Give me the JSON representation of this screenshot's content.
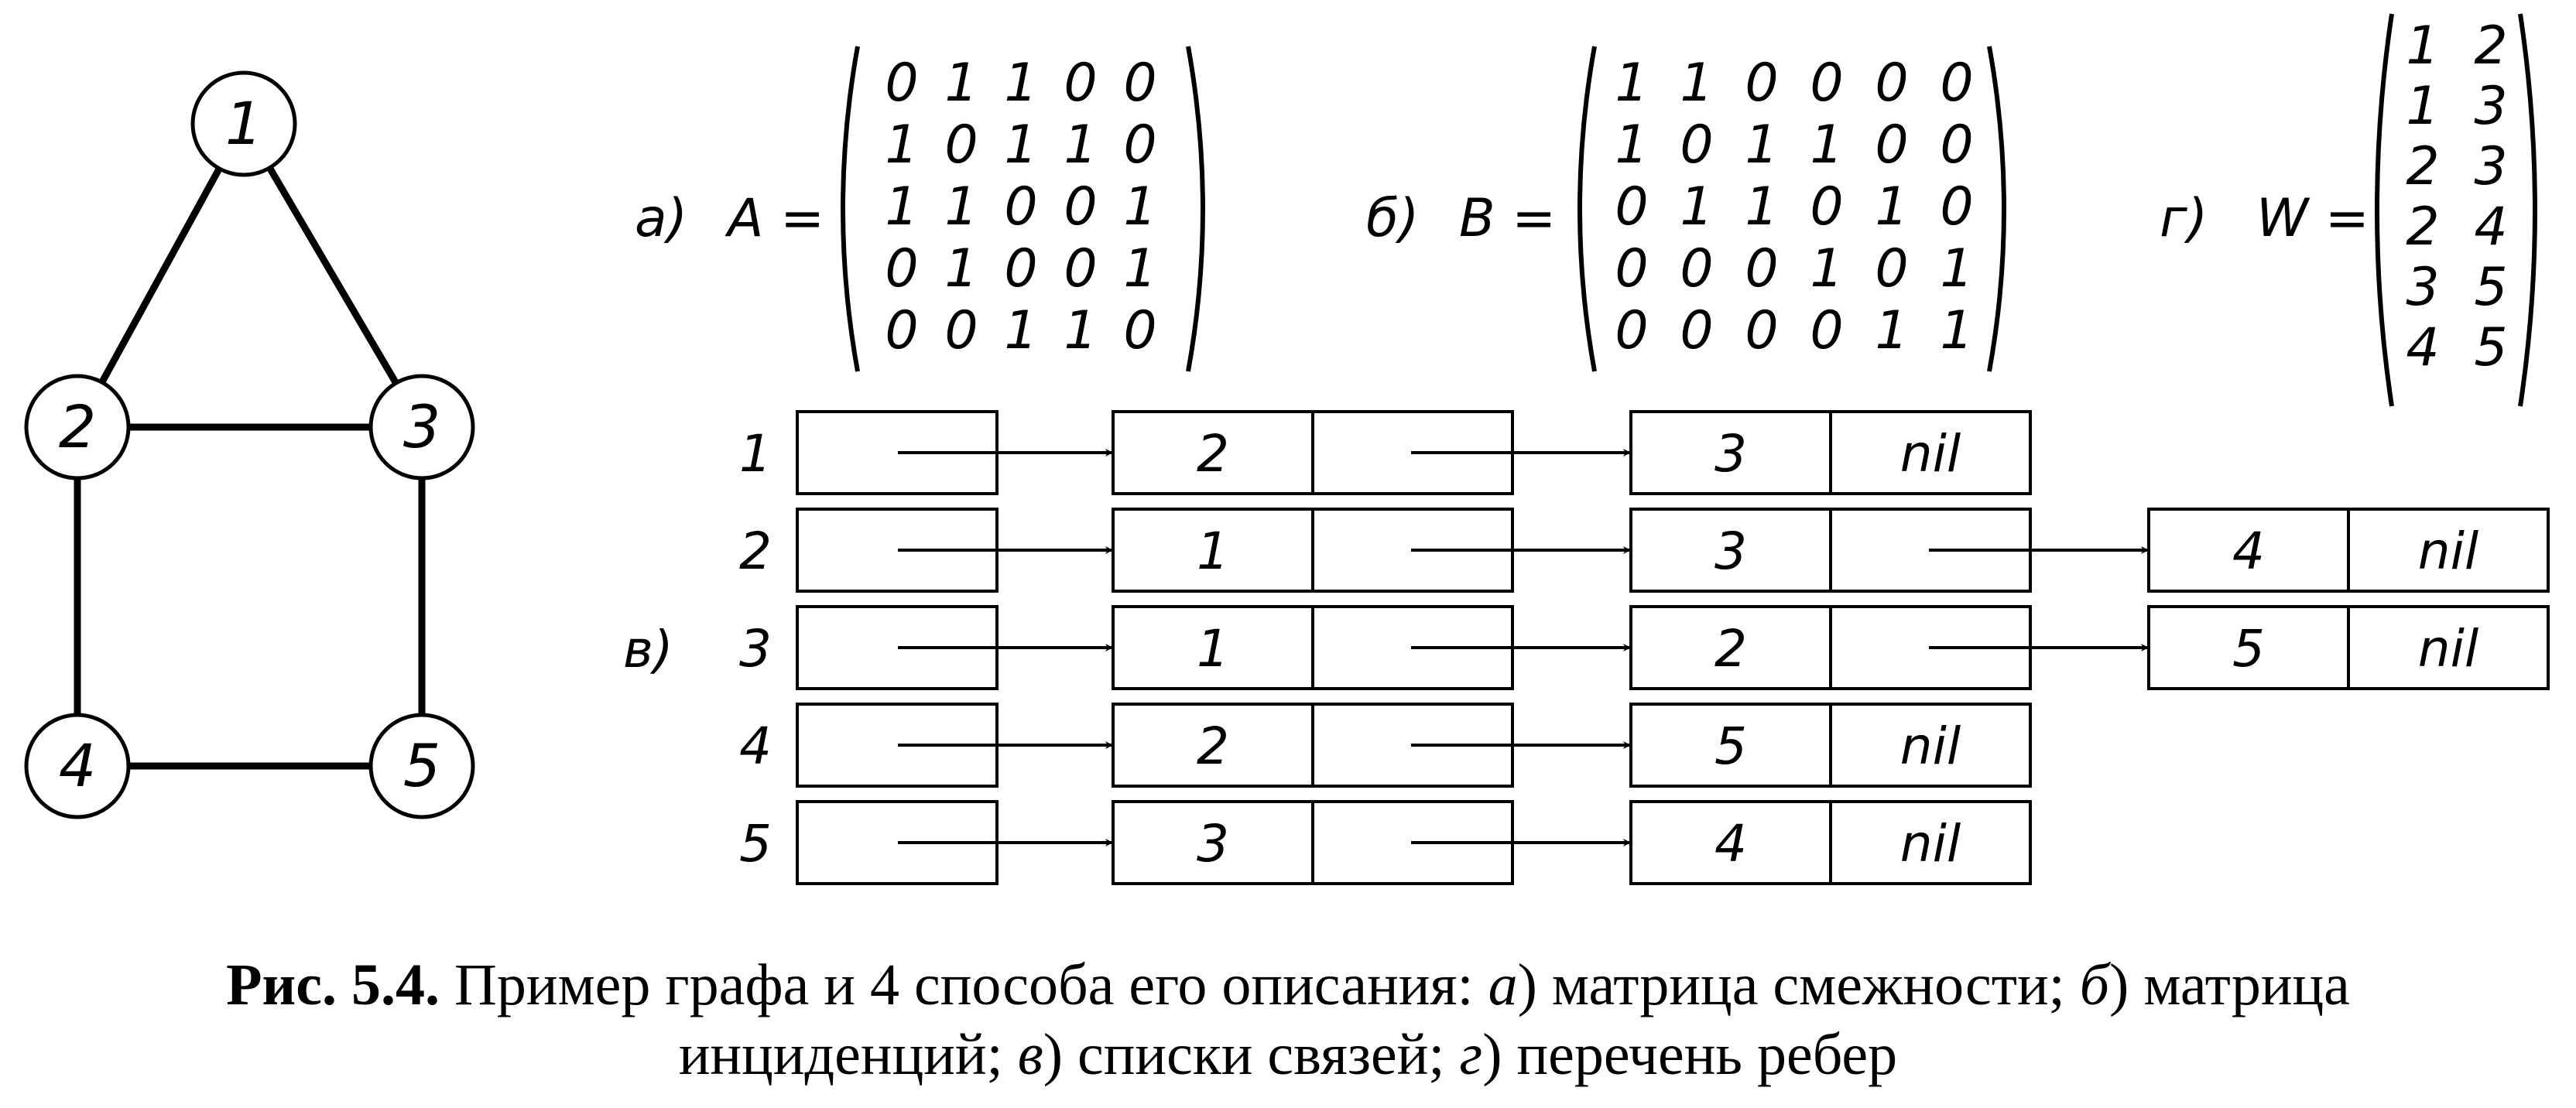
{
  "graph": {
    "nodes": [
      "1",
      "2",
      "3",
      "4",
      "5"
    ],
    "edges": [
      [
        "1",
        "2"
      ],
      [
        "1",
        "3"
      ],
      [
        "2",
        "3"
      ],
      [
        "2",
        "4"
      ],
      [
        "3",
        "5"
      ],
      [
        "4",
        "5"
      ]
    ]
  },
  "matrix_a": {
    "label": "а)",
    "symbol": "A =",
    "rows": [
      [
        "0",
        "1",
        "1",
        "0",
        "0"
      ],
      [
        "1",
        "0",
        "1",
        "1",
        "0"
      ],
      [
        "1",
        "1",
        "0",
        "0",
        "1"
      ],
      [
        "0",
        "1",
        "0",
        "0",
        "1"
      ],
      [
        "0",
        "0",
        "1",
        "1",
        "0"
      ]
    ]
  },
  "matrix_b": {
    "label": "б)",
    "symbol": "B =",
    "rows": [
      [
        "1",
        "1",
        "0",
        "0",
        "0",
        "0"
      ],
      [
        "1",
        "0",
        "1",
        "1",
        "0",
        "0"
      ],
      [
        "0",
        "1",
        "1",
        "0",
        "1",
        "0"
      ],
      [
        "0",
        "0",
        "0",
        "1",
        "0",
        "1"
      ],
      [
        "0",
        "0",
        "0",
        "0",
        "1",
        "1"
      ]
    ]
  },
  "matrix_w": {
    "label": "г)",
    "symbol": "W =",
    "rows": [
      [
        "1",
        "2"
      ],
      [
        "1",
        "3"
      ],
      [
        "2",
        "3"
      ],
      [
        "2",
        "4"
      ],
      [
        "3",
        "5"
      ],
      [
        "4",
        "5"
      ]
    ]
  },
  "lists": {
    "label": "в)",
    "rows": [
      {
        "head": "1",
        "items": [
          "2",
          "3"
        ],
        "end": "nil"
      },
      {
        "head": "2",
        "items": [
          "1",
          "3",
          "4"
        ],
        "end": "nil"
      },
      {
        "head": "3",
        "items": [
          "1",
          "2",
          "5"
        ],
        "end": "nil"
      },
      {
        "head": "4",
        "items": [
          "2",
          "5"
        ],
        "end": "nil"
      },
      {
        "head": "5",
        "items": [
          "3",
          "4"
        ],
        "end": "nil"
      }
    ]
  },
  "caption": {
    "fig": "Рис. 5.4.",
    "line1_text": "Пример графа и 4 способа его описания:",
    "a": "а",
    "a_text": ") матрица смежности;",
    "b": "б",
    "b_text": ") матрица",
    "line2_text": "инциденций;",
    "v": "в",
    "v_text": ") списки связей;",
    "g": "г",
    "g_text": ") перечень ребер"
  }
}
